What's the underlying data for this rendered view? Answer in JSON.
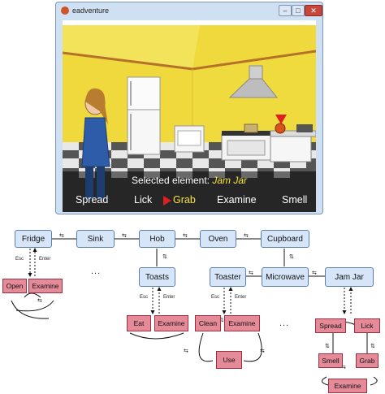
{
  "window": {
    "title": "eadventure",
    "controls": {
      "minimize": "–",
      "maximize": "□",
      "close": "✕"
    }
  },
  "game": {
    "selected_prefix": "Selected element: ",
    "selected_value": "Jam Jar",
    "verbs": [
      "Spread",
      "Lick",
      "Grab",
      "Examine",
      "Smell"
    ],
    "active_verb": "Grab"
  },
  "diagram": {
    "top_row": [
      "Fridge",
      "Sink",
      "Hob",
      "Oven",
      "Cupboard"
    ],
    "fridge_children": [
      "Open",
      "Examine"
    ],
    "hob_child": "Toasts",
    "toasts_children": [
      "Eat",
      "Examine"
    ],
    "middle_row": [
      "Toaster",
      "Microwave",
      "Jam Jar"
    ],
    "toaster_children": [
      "Clean",
      "Examine"
    ],
    "use_node": "Use",
    "jam_children": [
      "Spread",
      "Lick"
    ],
    "jam_grandchildren": [
      "Smell",
      "Grab"
    ],
    "jam_bottom": "Examine",
    "esc_label": "Esc",
    "enter_label": "Enter",
    "ellipsis": "..."
  },
  "colors": {
    "blue_fill": "#d6e6f8",
    "pink_fill": "#e58a99",
    "wall": "#f1dd3a",
    "highlight": "#f5e23a"
  }
}
